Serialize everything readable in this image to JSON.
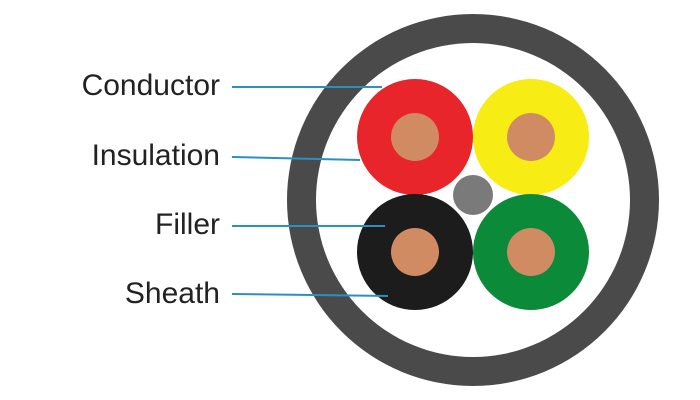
{
  "labels": {
    "conductor": "Conductor",
    "insulation": "Insulation",
    "filler": "Filler",
    "sheath": "Sheath"
  },
  "colors": {
    "sheath": "#4a4a4a",
    "interior": "#ffffff",
    "core_red": "#e8252a",
    "core_yellow": "#f7ec13",
    "core_black": "#1c1c1c",
    "core_green": "#0b8a3a",
    "copper": "#d18b63",
    "filler": "#7a7a7a",
    "leader_line": "#2b8fc4"
  }
}
